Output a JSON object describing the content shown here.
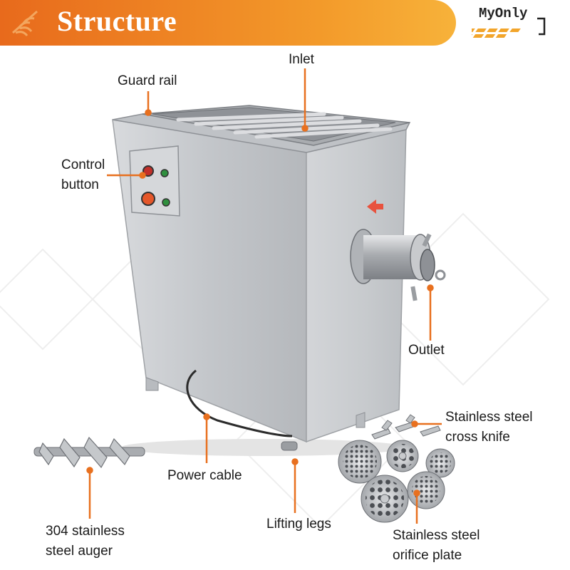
{
  "header": {
    "title": "Structure"
  },
  "logo": {
    "text": "MyOnly"
  },
  "colors": {
    "accent": "#e8701f",
    "steel": "#c9ccd0"
  },
  "labels": {
    "inlet": "Inlet",
    "guard_rail": "Guard rail",
    "control_button_1": "Control",
    "control_button_2": "button",
    "outlet": "Outlet",
    "power_cable": "Power cable",
    "lifting_legs": "Lifting legs",
    "cross_knife_1": "Stainless steel",
    "cross_knife_2": "cross knife",
    "auger_1": "304 stainless",
    "auger_2": "steel auger",
    "orifice_1": "Stainless steel",
    "orifice_2": "orifice plate"
  }
}
